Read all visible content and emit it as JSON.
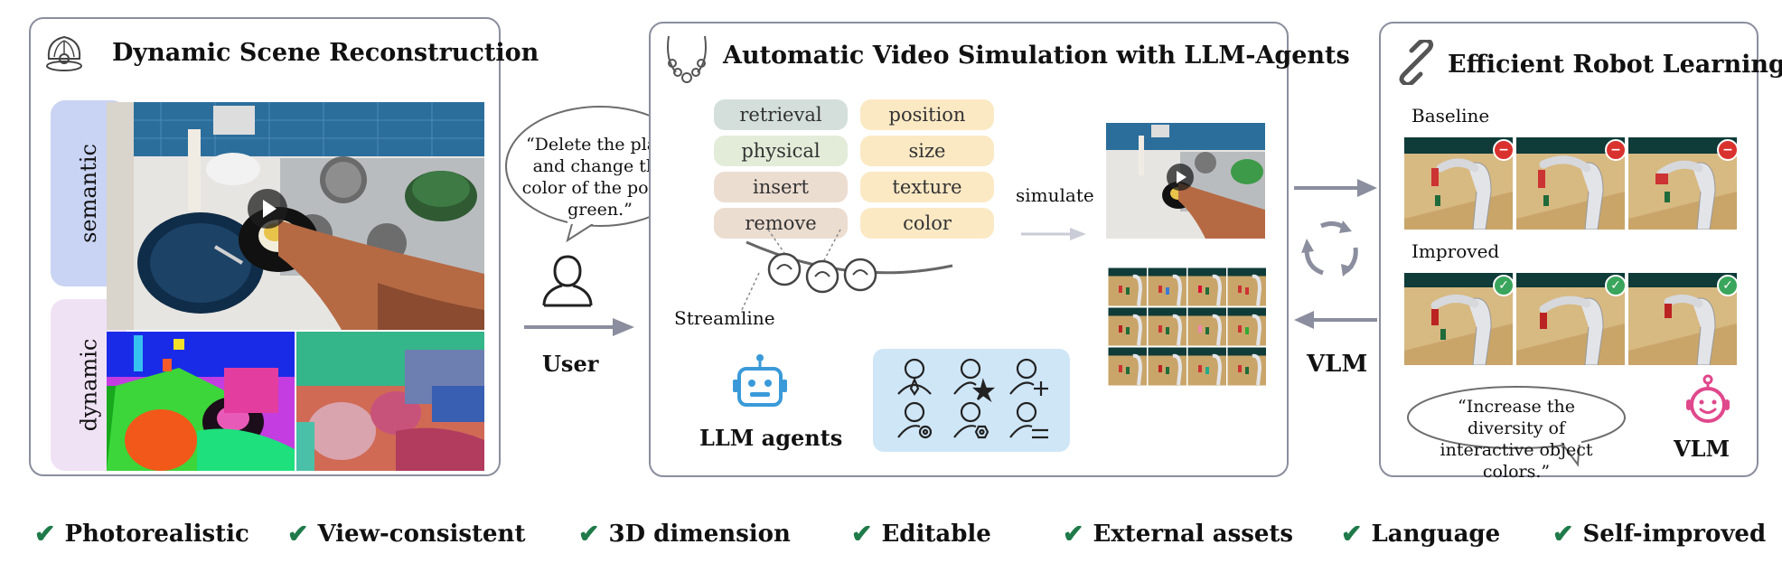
{
  "panels": {
    "left": {
      "title": "Dynamic Scene Reconstruction",
      "labels": [
        "semantic",
        "dynamic"
      ]
    },
    "middle": {
      "title": "Automatic Video Simulation with LLM-Agents",
      "tags_left": [
        "retrieval",
        "physical",
        "insert",
        "remove"
      ],
      "tags_right": [
        "position",
        "size",
        "texture",
        "color"
      ],
      "simulate_label": "simulate",
      "streamline_label": "Streamline",
      "agents_label": "LLM agents"
    },
    "right": {
      "title": "Efficient Robot Learning",
      "baseline_label": "Baseline",
      "improved_label": "Improved",
      "bubble_text": "“Increase the diversity of interactive object colors.”",
      "vlm_label": "VLM"
    }
  },
  "user": {
    "bubble_text": "“Delete the plate and change the color of the pot to green.”",
    "label": "User"
  },
  "feedback_label": "VLM",
  "features": [
    "Photorealistic",
    "View-consistent",
    "3D dimension",
    "Editable",
    "External assets",
    "Language",
    "Self-improved"
  ],
  "colors": {
    "border": "#8a8e9e",
    "semantic_bg": "#c9d3f3",
    "dynamic_bg": "#f0e2f5",
    "tag_retrieval": "#d4dfdc",
    "tag_physical": "#e3ecd9",
    "tag_insert": "#ecddd1",
    "tag_remove": "#ecddd1",
    "tag_right": "#fbe9c4",
    "agent_icon": "#3a9ad9",
    "agent_panel": "#cfe6f7",
    "check": "#1f7a4a",
    "fail_badge": "#d9322e",
    "ok_badge": "#3aa55c",
    "vlm_icon": "#e0488c"
  }
}
